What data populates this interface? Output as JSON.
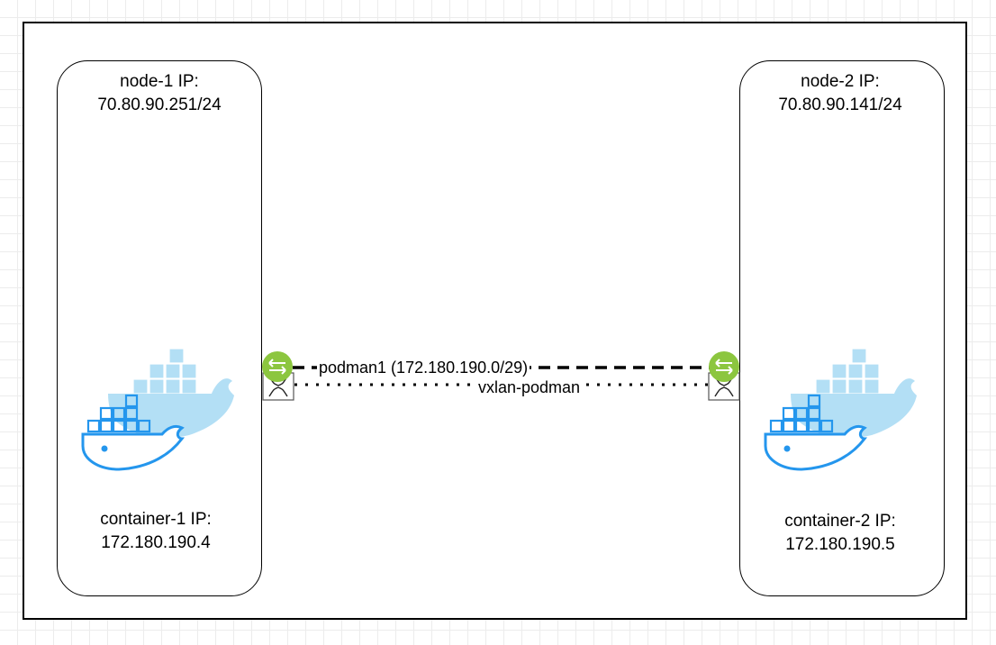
{
  "nodes": [
    {
      "name": "node-1",
      "ip_label": "node-1 IP:",
      "ip": "70.80.90.251/24",
      "container_ip_label": "container-1 IP:",
      "container_ip": "172.180.190.4"
    },
    {
      "name": "node-2",
      "ip_label": "node-2 IP:",
      "ip": "70.80.90.141/24",
      "container_ip_label": "container-2 IP:",
      "container_ip": "172.180.190.5"
    }
  ],
  "links": {
    "bridge_label": "podman1 (172.180.190.0/29)",
    "vxlan_label": "vxlan-podman"
  },
  "icons": {
    "container_icon": "docker-whale-icon",
    "bridge_icon": "network-bridge-icon",
    "interface_icon": "network-interface-icon"
  },
  "colors": {
    "whale_blue": "#2496ed",
    "whale_light_blue": "#b3dff5",
    "bridge_green": "#8cc63f"
  }
}
